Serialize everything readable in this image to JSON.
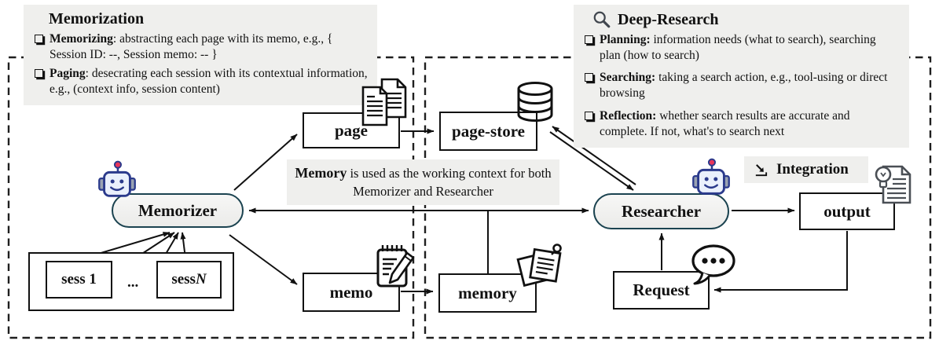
{
  "memorization_note": {
    "title": "Memorization",
    "items": [
      {
        "lead": "Memorizing",
        "rest": ": abstracting each page with its memo, e.g., { Session ID: --, Session memo: -- }"
      },
      {
        "lead": "Paging",
        "rest": ": desecrating each session with its contextual information, e.g., (context info, session content)"
      }
    ]
  },
  "deep_research_note": {
    "title": "Deep-Research",
    "items": [
      {
        "lead": "Planning:",
        "rest": " information needs (what to search), searching plan (how to search)"
      },
      {
        "lead": "Searching:",
        "rest": " taking a search action, e.g., tool-using or direct browsing"
      },
      {
        "lead": "Reflection:",
        "rest": " whether search results are accurate and complete. If not, what's to search next"
      }
    ]
  },
  "memory_note": {
    "lead": "Memory",
    "rest": " is used as the working context for both Memorizer and Researcher"
  },
  "integration": {
    "label": "Integration"
  },
  "nodes": {
    "memorizer": "Memorizer",
    "researcher": "Researcher",
    "page": "page",
    "page_store": "page-store",
    "memo": "memo",
    "memory": "memory",
    "request": "Request",
    "output": "output",
    "sess_1": "sess 1",
    "sess_n_prefix": "sess ",
    "sess_n_var": "N",
    "ellipsis": "..."
  },
  "icons": {
    "deep_research_title": "magnifier-icon",
    "integration": "arrow-southeast-corner-icon",
    "page": "documents-icon",
    "page_store": "database-icon",
    "memo": "notepad-pencil-icon",
    "memory": "sticky-notes-icon",
    "request": "speech-bubble-icon",
    "output": "document-lightbulb-icon",
    "memorizer": "robot-icon",
    "researcher": "robot-icon",
    "note_bullets": "checkbox-bullet-icon"
  },
  "colors": {
    "note_bg": "#efefed",
    "box_border": "#111111",
    "pill_border": "#1b4350",
    "robot_navy": "#2b3a8c",
    "robot_face": "#eaf0fc",
    "robot_ear": "#9aa3b2",
    "robot_antenna": "#e8355a",
    "arrow": "#111111"
  }
}
